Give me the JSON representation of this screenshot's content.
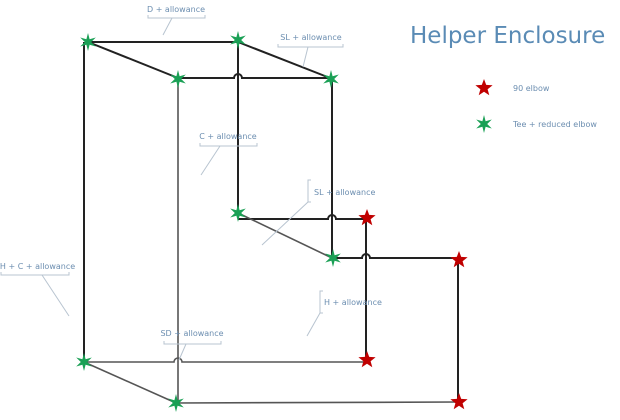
{
  "title": "Helper Enclosure",
  "legend": [
    {
      "label": "90 elbow",
      "icon": "red-star-icon",
      "color": "#c00000"
    },
    {
      "label": "Tee + reduced elbow",
      "icon": "green-star-icon",
      "color": "#1aa055"
    }
  ],
  "callouts": {
    "d": "D + allowance",
    "sl_top": "SL + allowance",
    "c": "C + allowance",
    "sl_mid": "SL + allowance",
    "sh_c": "SH + C + allowance",
    "h": "H + allowance",
    "sd": "SD + allowance"
  }
}
